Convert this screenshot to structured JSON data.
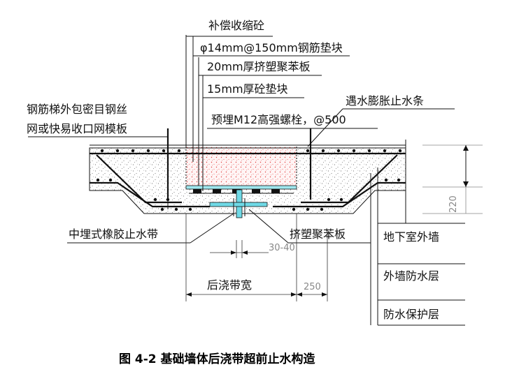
{
  "labels": {
    "compensating_concrete": "补偿收缩砼",
    "rebar_pad": "φ14mm@150mm钢筋垫块",
    "xps_20": "20mm厚挤塑聚苯板",
    "concrete_pad_15": "15mm厚砼垫块",
    "swelling_strip": "遇水膨胀止水条",
    "bolt": "预埋M12高强螺栓，@500",
    "mesh_line1": "钢筋梯外包密目钢丝",
    "mesh_line2": "网或快易收口网模板",
    "waterstop": "中埋式橡胶止水带",
    "xps_board": "挤塑聚苯板",
    "outer_wall": "地下室外墙",
    "wall_waterproof": "外墙防水层",
    "waterproof_protect": "防水保护层",
    "post_pour_width": "后浇带宽"
  },
  "dimensions": {
    "d220": "220",
    "d30_40": "30-40",
    "d250": "250"
  },
  "caption": "图 4-2  基础墙体后浇带超前止水构造"
}
